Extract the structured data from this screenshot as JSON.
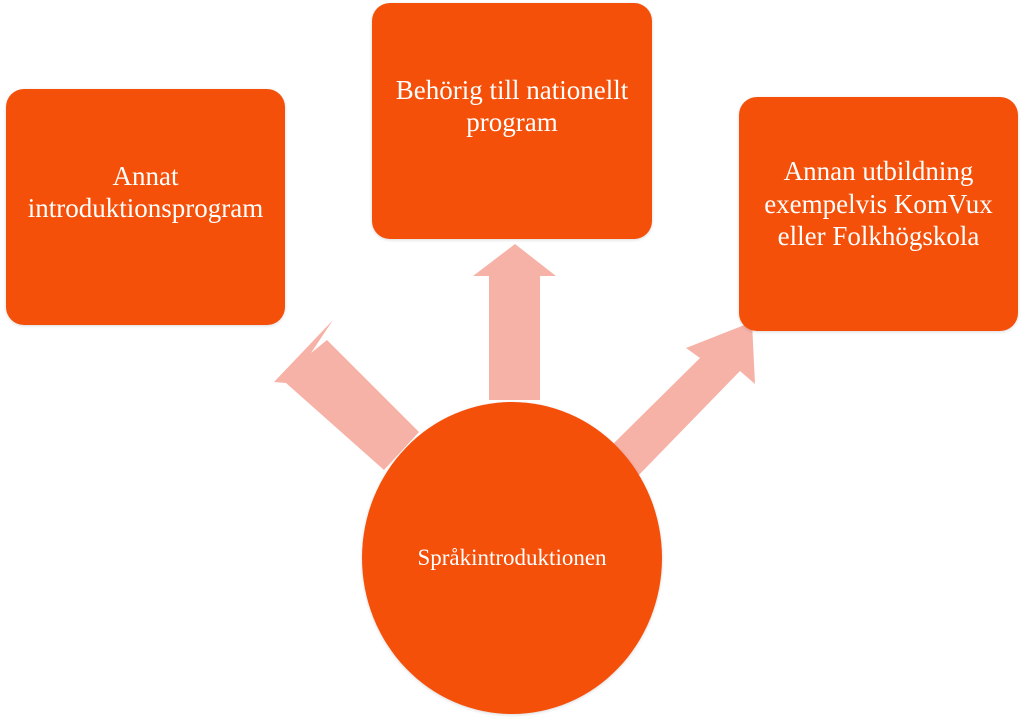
{
  "diagram": {
    "center_node": {
      "label": "Språkintroduktionen"
    },
    "outcomes": [
      {
        "label": "Annat\nintroduktionsprogram"
      },
      {
        "label": "Behörig till nationellt\nprogram"
      },
      {
        "label": "Annan utbildning\nexempelvis KomVux\neller Folkhögskola"
      }
    ],
    "colors": {
      "node_fill": "#f4500a",
      "node_text": "#ffffff",
      "arrow_fill": "#f7b2a7"
    }
  }
}
